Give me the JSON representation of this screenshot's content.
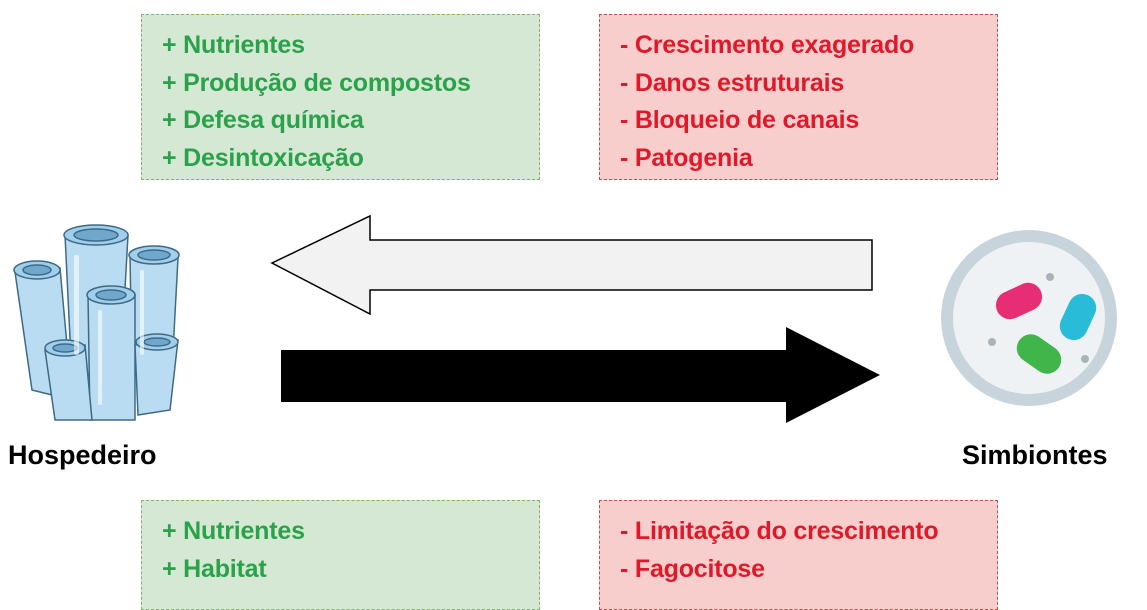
{
  "host": {
    "label": "Hospedeiro",
    "benefits": [
      "+ Nutrientes",
      "+ Produção de compostos",
      "+ Defesa química",
      "+ Desintoxicação"
    ],
    "costs": [
      "- Crescimento exagerado",
      "- Danos estruturais",
      "- Bloqueio de canais",
      "- Patogenia"
    ]
  },
  "symbionts": {
    "label": "Simbiontes",
    "benefits": [
      "+ Nutrientes",
      "+ Habitat"
    ],
    "costs": [
      "- Limitação do crescimento",
      "- Fagocitose"
    ]
  },
  "icons": {
    "host": "sponge-icon",
    "symbionts": "bacteria-petri-dish-icon"
  },
  "colors": {
    "benefit_text": "#2aa24a",
    "benefit_fill": "#d5e8d4",
    "cost_text": "#e0192a",
    "cost_fill": "#f8cecc",
    "arrow_left_fill": "#f2f2f2",
    "arrow_right_fill": "#000000"
  }
}
